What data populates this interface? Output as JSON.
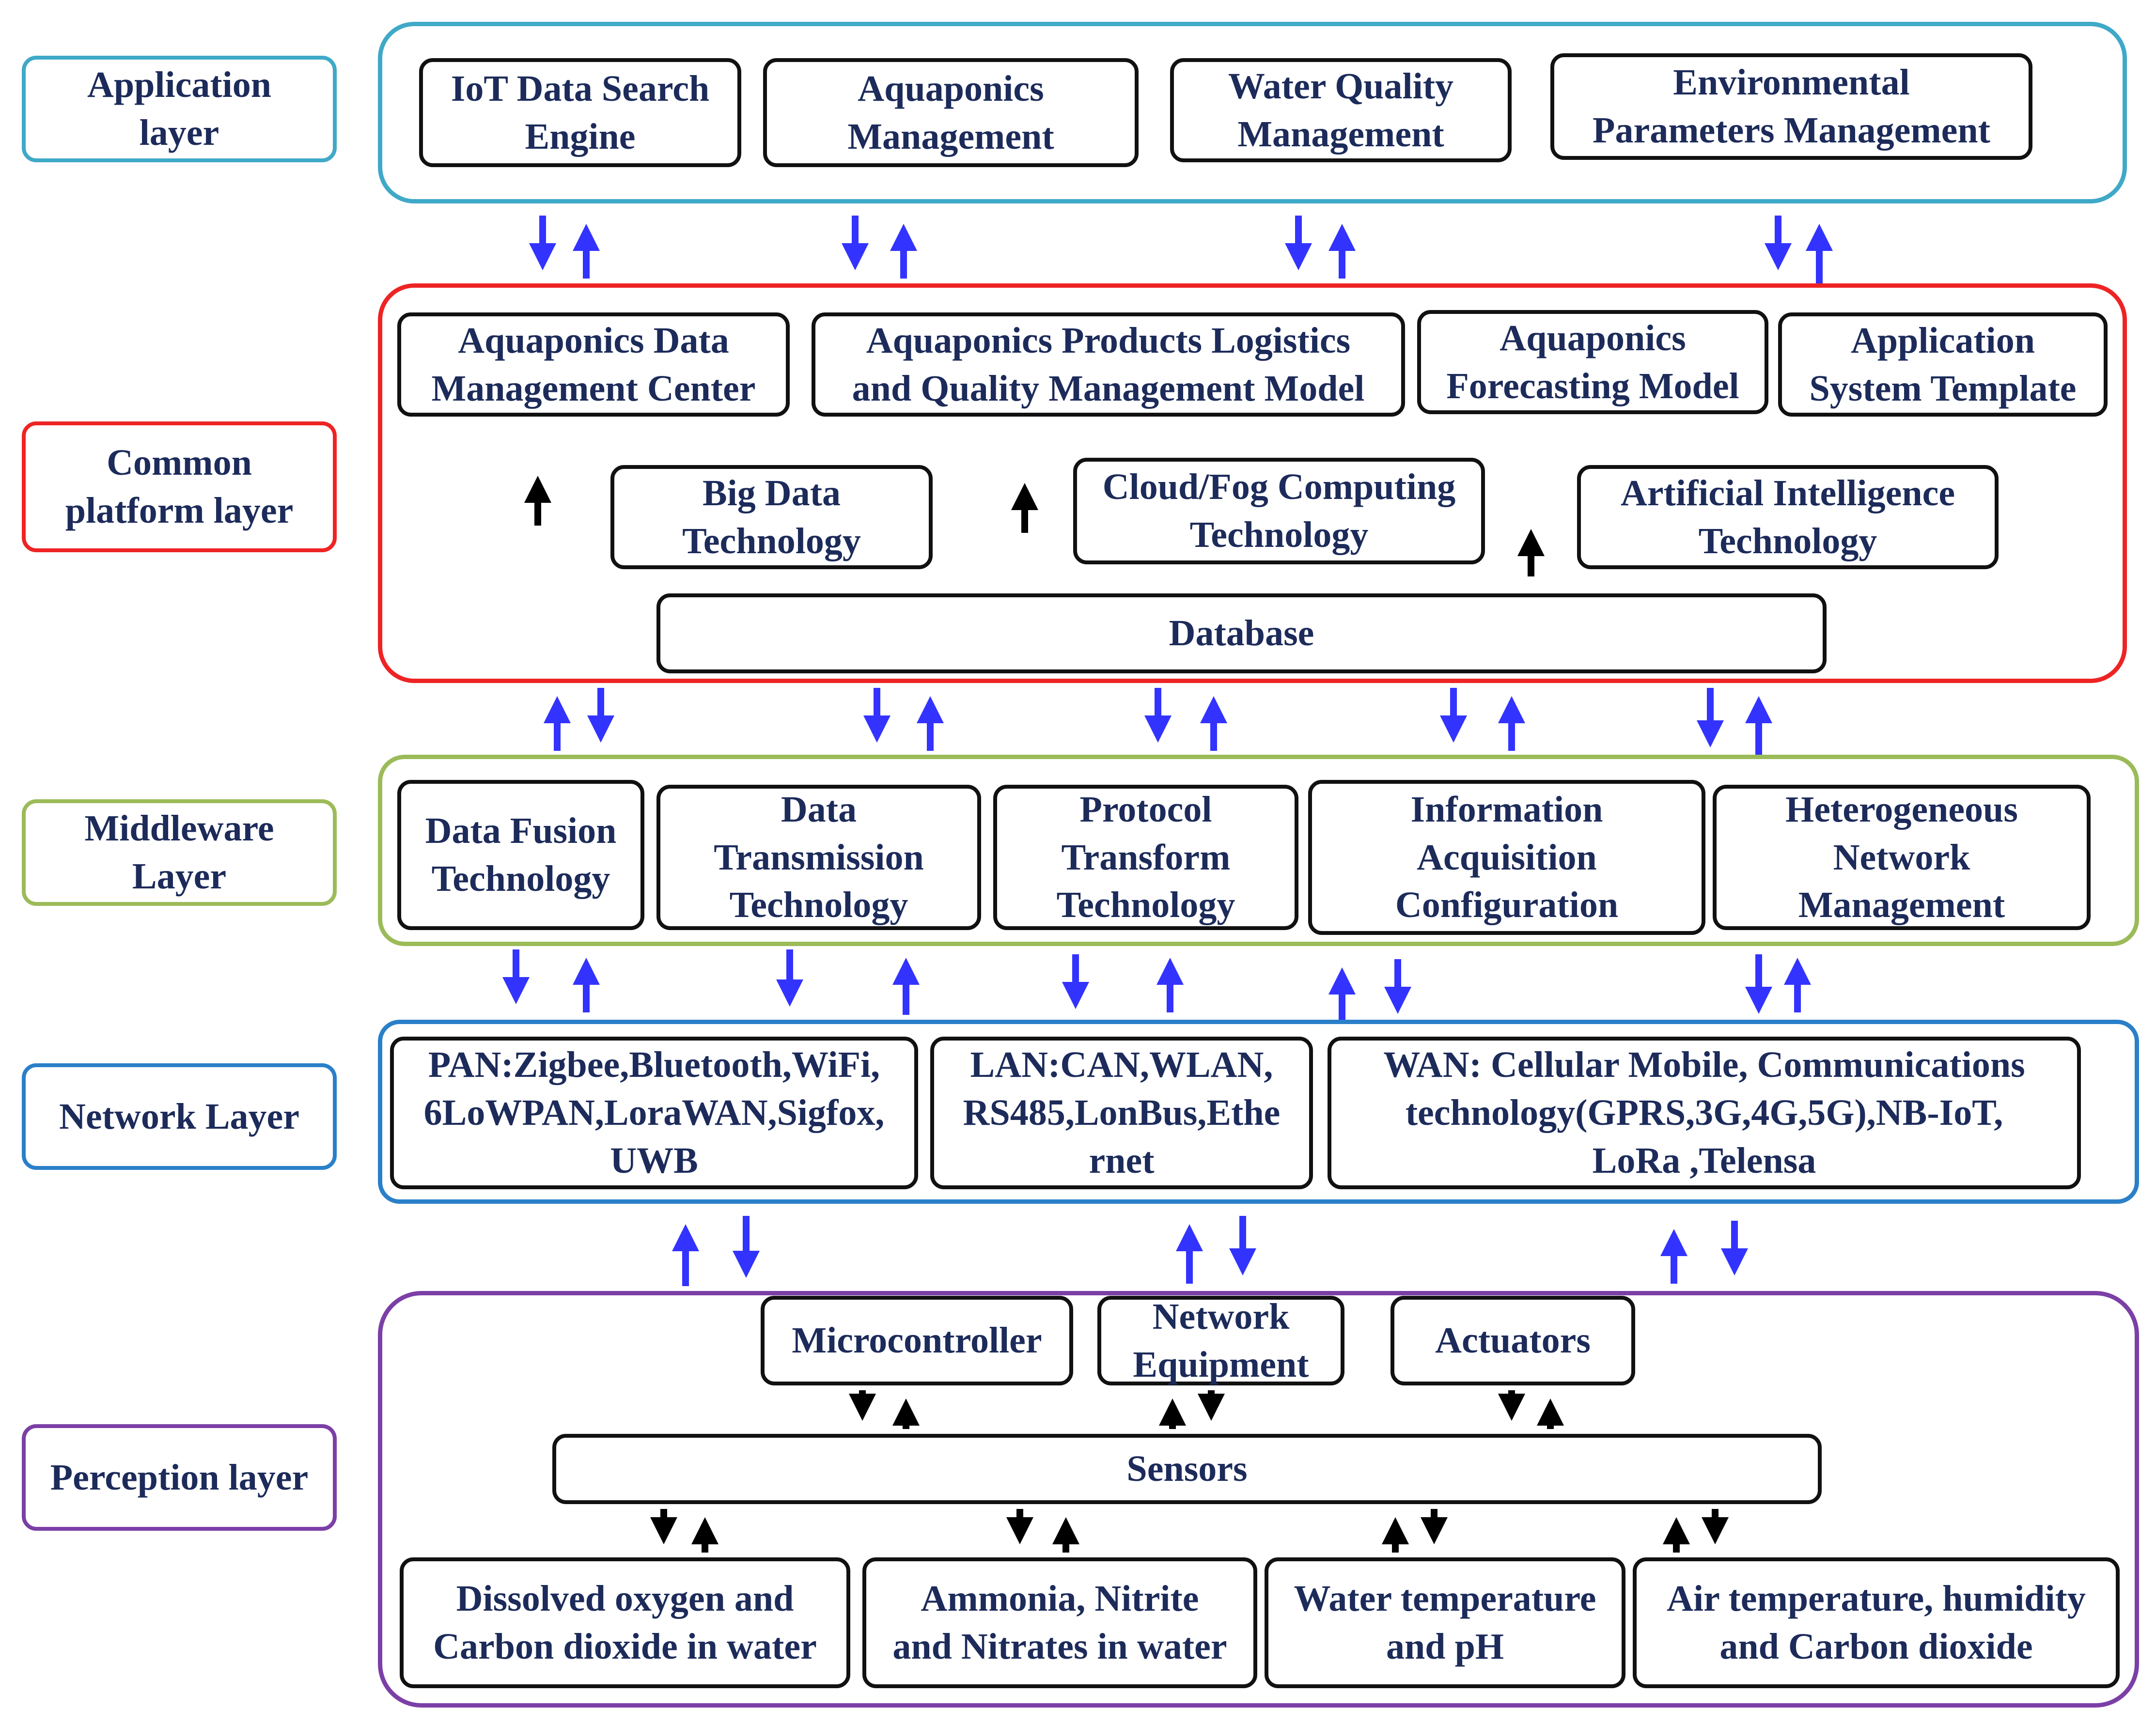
{
  "layers": {
    "application": {
      "label": "Application\nlayer",
      "color": "#3fa9c7",
      "boxes": [
        "IoT Data Search\nEngine",
        "Aquaponics\nManagement",
        "Water Quality\nManagement",
        "Environmental\nParameters Management"
      ]
    },
    "platform": {
      "label": "Common\nplatform layer",
      "color": "#ee2424",
      "boxes": [
        "Aquaponics Data\nManagement Center",
        "Aquaponics Products Logistics\nand Quality Management Model",
        "Aquaponics\nForecasting Model",
        "Application\nSystem Template"
      ],
      "technologies": [
        "Big Data\nTechnology",
        "Cloud/Fog Computing\nTechnology",
        "Artificial Intelligence\nTechnology"
      ],
      "database": "Database"
    },
    "middleware": {
      "label": "Middleware\nLayer",
      "color": "#9bbb59",
      "boxes": [
        "Data Fusion\nTechnology",
        "Data\nTransmission\nTechnology",
        "Protocol\nTransform\nTechnology",
        "Information\nAcquisition\nConfiguration",
        "Heterogeneous\nNetwork\nManagement"
      ]
    },
    "network": {
      "label": "Network Layer",
      "color": "#2a7fc9",
      "boxes": [
        "PAN:Zigbee,Bluetooth,WiFi,\n6LoWPAN,LoraWAN,Sigfox,\nUWB",
        "LAN:CAN,WLAN,\nRS485,LonBus,Ethe\nrnet",
        "WAN: Cellular Mobile, Communications\ntechnology(GPRS,3G,4G,5G),NB-IoT,\nLoRa ,Telensa"
      ]
    },
    "perception": {
      "label": "Perception layer",
      "color": "#7b3fa6",
      "devices": [
        "Microcontroller",
        "Network\nEquipment",
        "Actuators"
      ],
      "sensors": "Sensors",
      "parameters": [
        "Dissolved oxygen and\nCarbon dioxide in water",
        "Ammonia, Nitrite\nand Nitrates in water",
        "Water temperature\nand pH",
        "Air temperature, humidity\nand Carbon dioxide"
      ]
    }
  },
  "arrow_colors": {
    "inter_layer": "#3333ff",
    "internal": "#000000"
  }
}
